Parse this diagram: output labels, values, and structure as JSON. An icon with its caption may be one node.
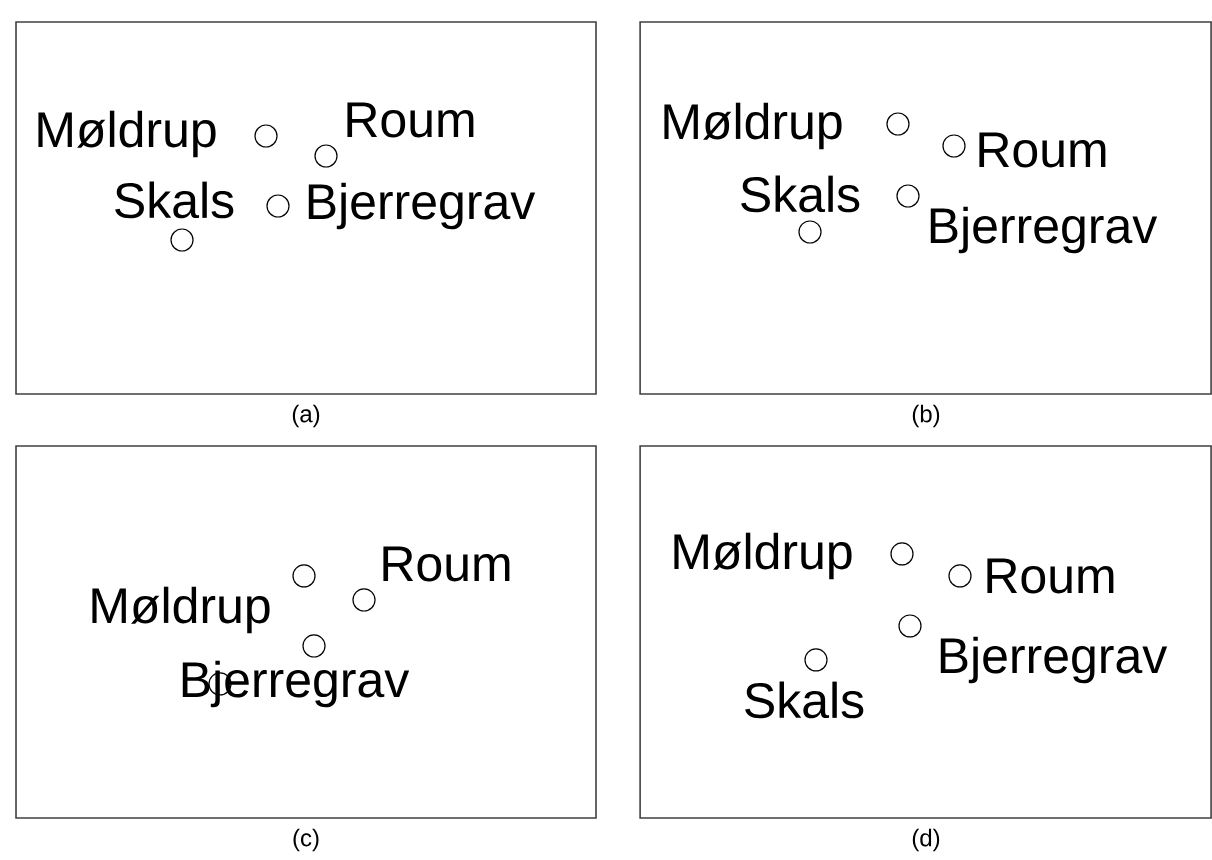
{
  "diagram": {
    "nodes": [
      {
        "text": [
          "Møldrup",
          "Roum",
          "Skals",
          "Bjerregrav"
        ],
        "beside": [
          "(a)"
        ]
      },
      {
        "text": [
          "Møldrup",
          "Roum",
          "Skals",
          "Bjerregrav"
        ],
        "beside": [
          "(b)"
        ]
      },
      {
        "text": [
          "Roum",
          "Møldrup",
          "Bjerregrav"
        ],
        "beside": [
          "(c)"
        ]
      },
      {
        "text": [
          "Møldrup",
          "Roum",
          "Bjerregrav",
          "Skals"
        ],
        "beside": [
          "(d)"
        ]
      }
    ]
  }
}
